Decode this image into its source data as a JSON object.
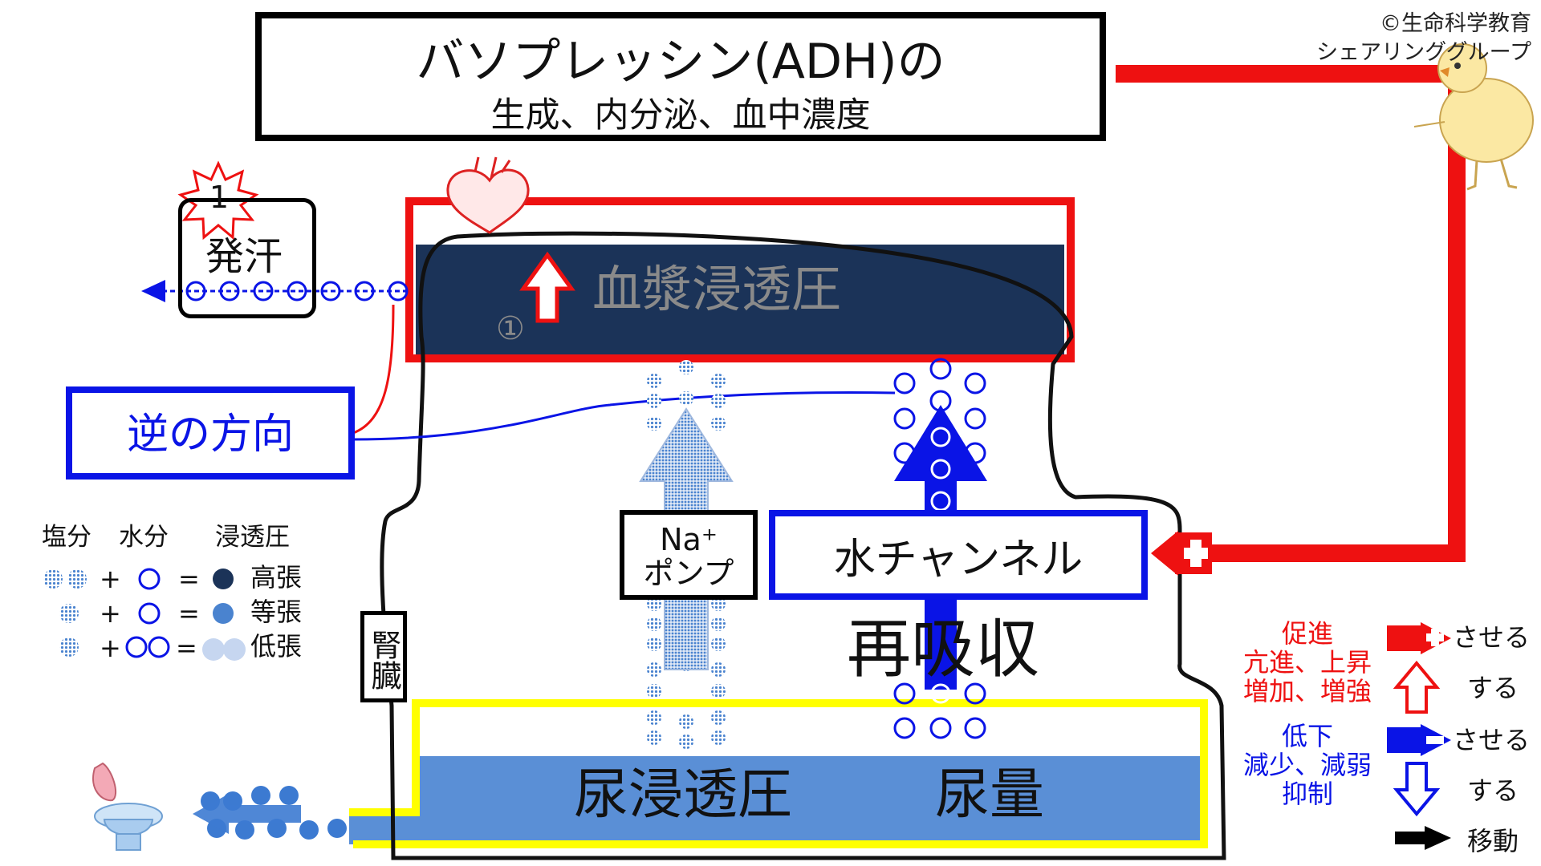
{
  "copyright": "©生命科学教育",
  "group_name": "シェアリンググループ",
  "title": {
    "line1": "バソプレッシン(ADH)の",
    "line2": "生成、内分泌、血中濃度"
  },
  "sweat": {
    "badge": "1",
    "label": "発汗"
  },
  "reverse_direction": "逆の方向",
  "blood": {
    "label": "血漿浸透圧",
    "marker": "①"
  },
  "pump": {
    "line1": "Na⁺",
    "line2": "ポンプ"
  },
  "water_channel": "水チャンネル",
  "kidney_label": "腎臓",
  "reabsorption": "再吸収",
  "urine": {
    "osmotic_label": "尿浸透圧",
    "volume_label": "尿量"
  },
  "legend": {
    "headers": [
      "塩分",
      "水分",
      "浸透圧"
    ],
    "rows": [
      {
        "op1": "+",
        "op2": "=",
        "result": "高張"
      },
      {
        "op1": "+",
        "op2": "=",
        "result": "等張"
      },
      {
        "op1": "+",
        "op2": "=",
        "result": "低張"
      }
    ]
  },
  "key": {
    "promote": "促進",
    "increase": [
      "亢進、上昇",
      "増加、増強"
    ],
    "decrease_word": "低下",
    "decrease": [
      "減少、減弱",
      "抑制"
    ],
    "cause": "させる",
    "do": "する",
    "move": "移動"
  },
  "colors": {
    "red": "#ee1111",
    "blue": "#0a14e6",
    "navy": "#1b3358",
    "urine": "#5a8fd6",
    "yellow": "#ffff00",
    "dot_blue": "#3c7ad1"
  },
  "icons": [
    "heart-icon",
    "toilet-icon",
    "chick-icon",
    "starburst-icon"
  ]
}
